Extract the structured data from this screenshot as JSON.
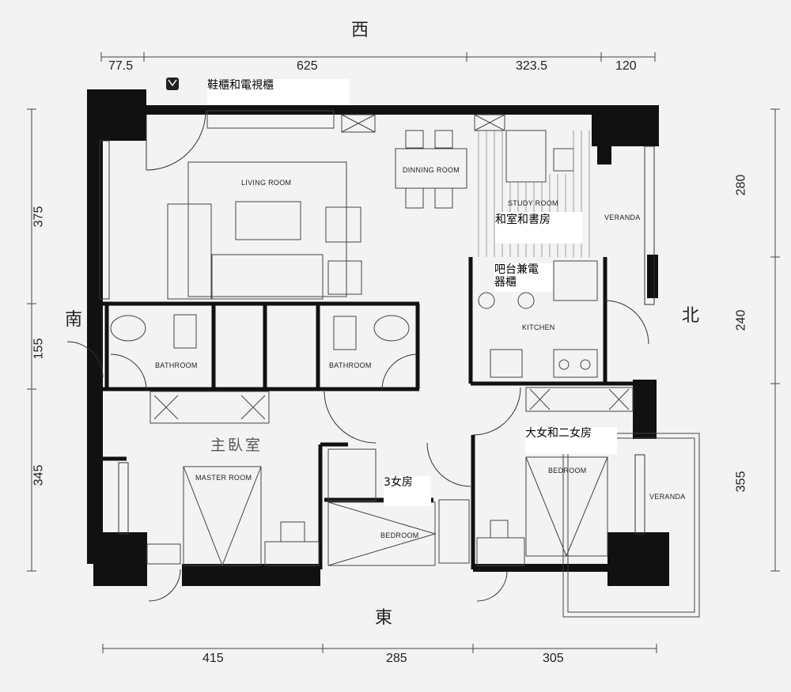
{
  "directions": {
    "top": "西",
    "bottom": "東",
    "left": "南",
    "right": "北"
  },
  "dimensions": {
    "top": [
      "77.5",
      "625",
      "323.5",
      "120"
    ],
    "bottom": [
      "415",
      "285",
      "305"
    ],
    "left": [
      "375",
      "155",
      "345"
    ],
    "right": [
      "280",
      "240",
      "355"
    ]
  },
  "rooms": {
    "living": "LIVING ROOM",
    "dining": "DINNING ROOM",
    "study": "STUDY ROOM",
    "veranda_top": "VERANDA",
    "kitchen": "KITCHEN",
    "bath_left": "BATHROOM",
    "bath_mid": "BATHROOM",
    "master": "MASTER ROOM",
    "bedroom_mid": "BEDROOM",
    "bedroom_right": "BEDROOM",
    "veranda_bottom": "VERANDA"
  },
  "annotations": {
    "shoe_tv": "鞋櫃和電視櫃",
    "study_zh": "和室和書房",
    "bar_line1": "吧台兼電",
    "bar_line2": "器櫃",
    "master_zh": "主臥室",
    "daughters": "大女和二女房",
    "third": "3女房"
  }
}
